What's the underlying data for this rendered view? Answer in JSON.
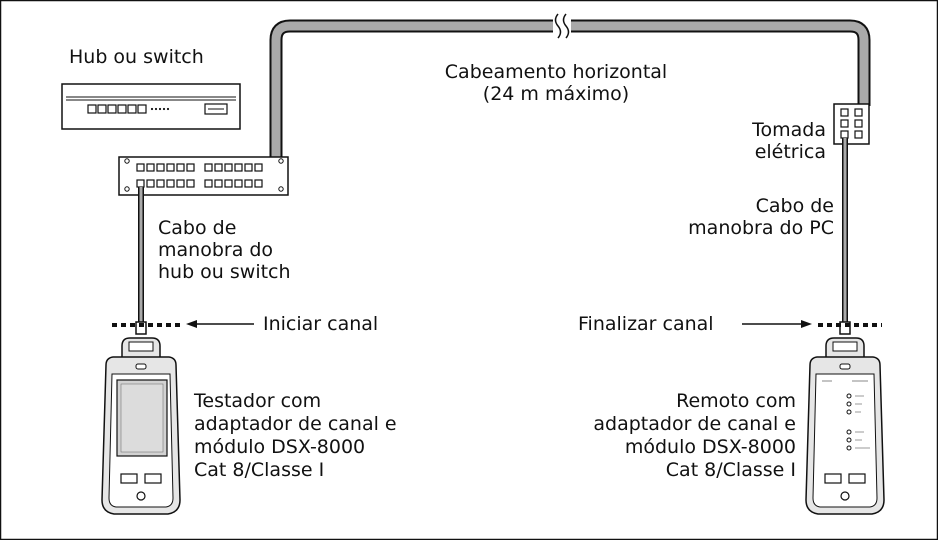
{
  "labels": {
    "hub_switch": "Hub ou switch",
    "horizontal_cabling": [
      "Cabeamento horizontal",
      "(24 m máximo)"
    ],
    "outlet": [
      "Tomada",
      "elétrica"
    ],
    "hub_patch_cord": [
      "Cabo de",
      "manobra do",
      "hub ou switch"
    ],
    "pc_patch_cord": [
      "Cabo de",
      "manobra do PC"
    ],
    "start_channel": "Iniciar canal",
    "end_channel": "Finalizar canal",
    "tester": [
      "Testador com",
      "adaptador de canal e",
      "módulo DSX-8000",
      "Cat 8/Classe I"
    ],
    "remote": [
      "Remoto com",
      "adaptador de canal e",
      "módulo DSX-8000",
      "Cat 8/Classe I"
    ]
  },
  "colors": {
    "line": "#111111",
    "cable_fill": "#a9a9a9",
    "device_body": "#e6e6e6",
    "screen": "#d2d2d2"
  }
}
